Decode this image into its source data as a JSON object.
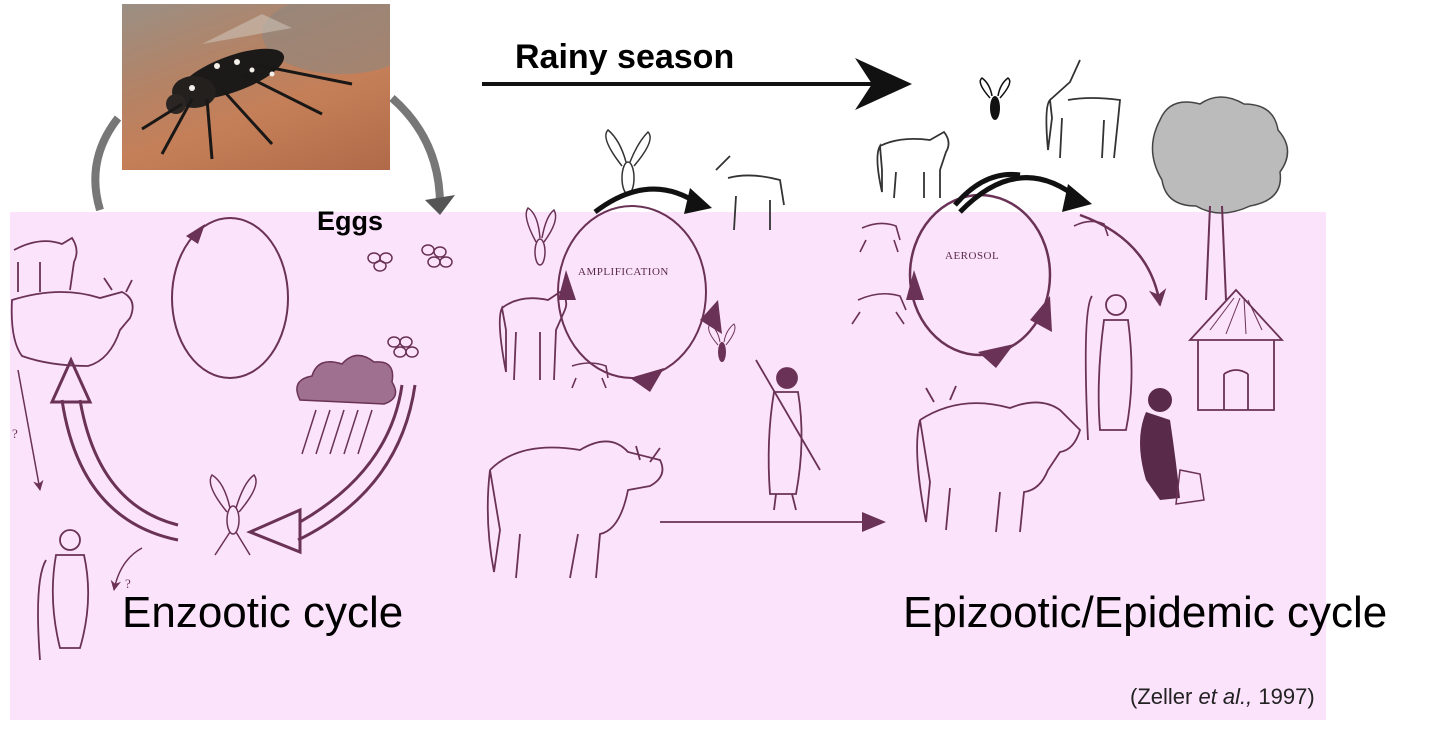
{
  "labels": {
    "rainy_season": "Rainy season",
    "eggs": "Eggs",
    "enzootic_cycle": "Enzootic cycle",
    "epizootic_cycle": "Epizootic/Epidemic cycle",
    "amplification": "AMPLIFICATION",
    "aerosol": "AEROSOL",
    "question_mark": "?"
  },
  "citation": {
    "open": "(Zeller ",
    "italic": "et al.,",
    "year": " 1997)"
  },
  "colors": {
    "panel_background": "#fce3fc",
    "drawing_ink": "#5a2a4a",
    "arrow_black": "#111111"
  },
  "icons": [
    "mosquito-photo",
    "cow-icon",
    "goat-icon",
    "sheep-icon",
    "mosquito-icon",
    "herder-icon",
    "rain-cloud-icon",
    "hut-icon",
    "tree-icon",
    "egg-cluster-icon"
  ]
}
